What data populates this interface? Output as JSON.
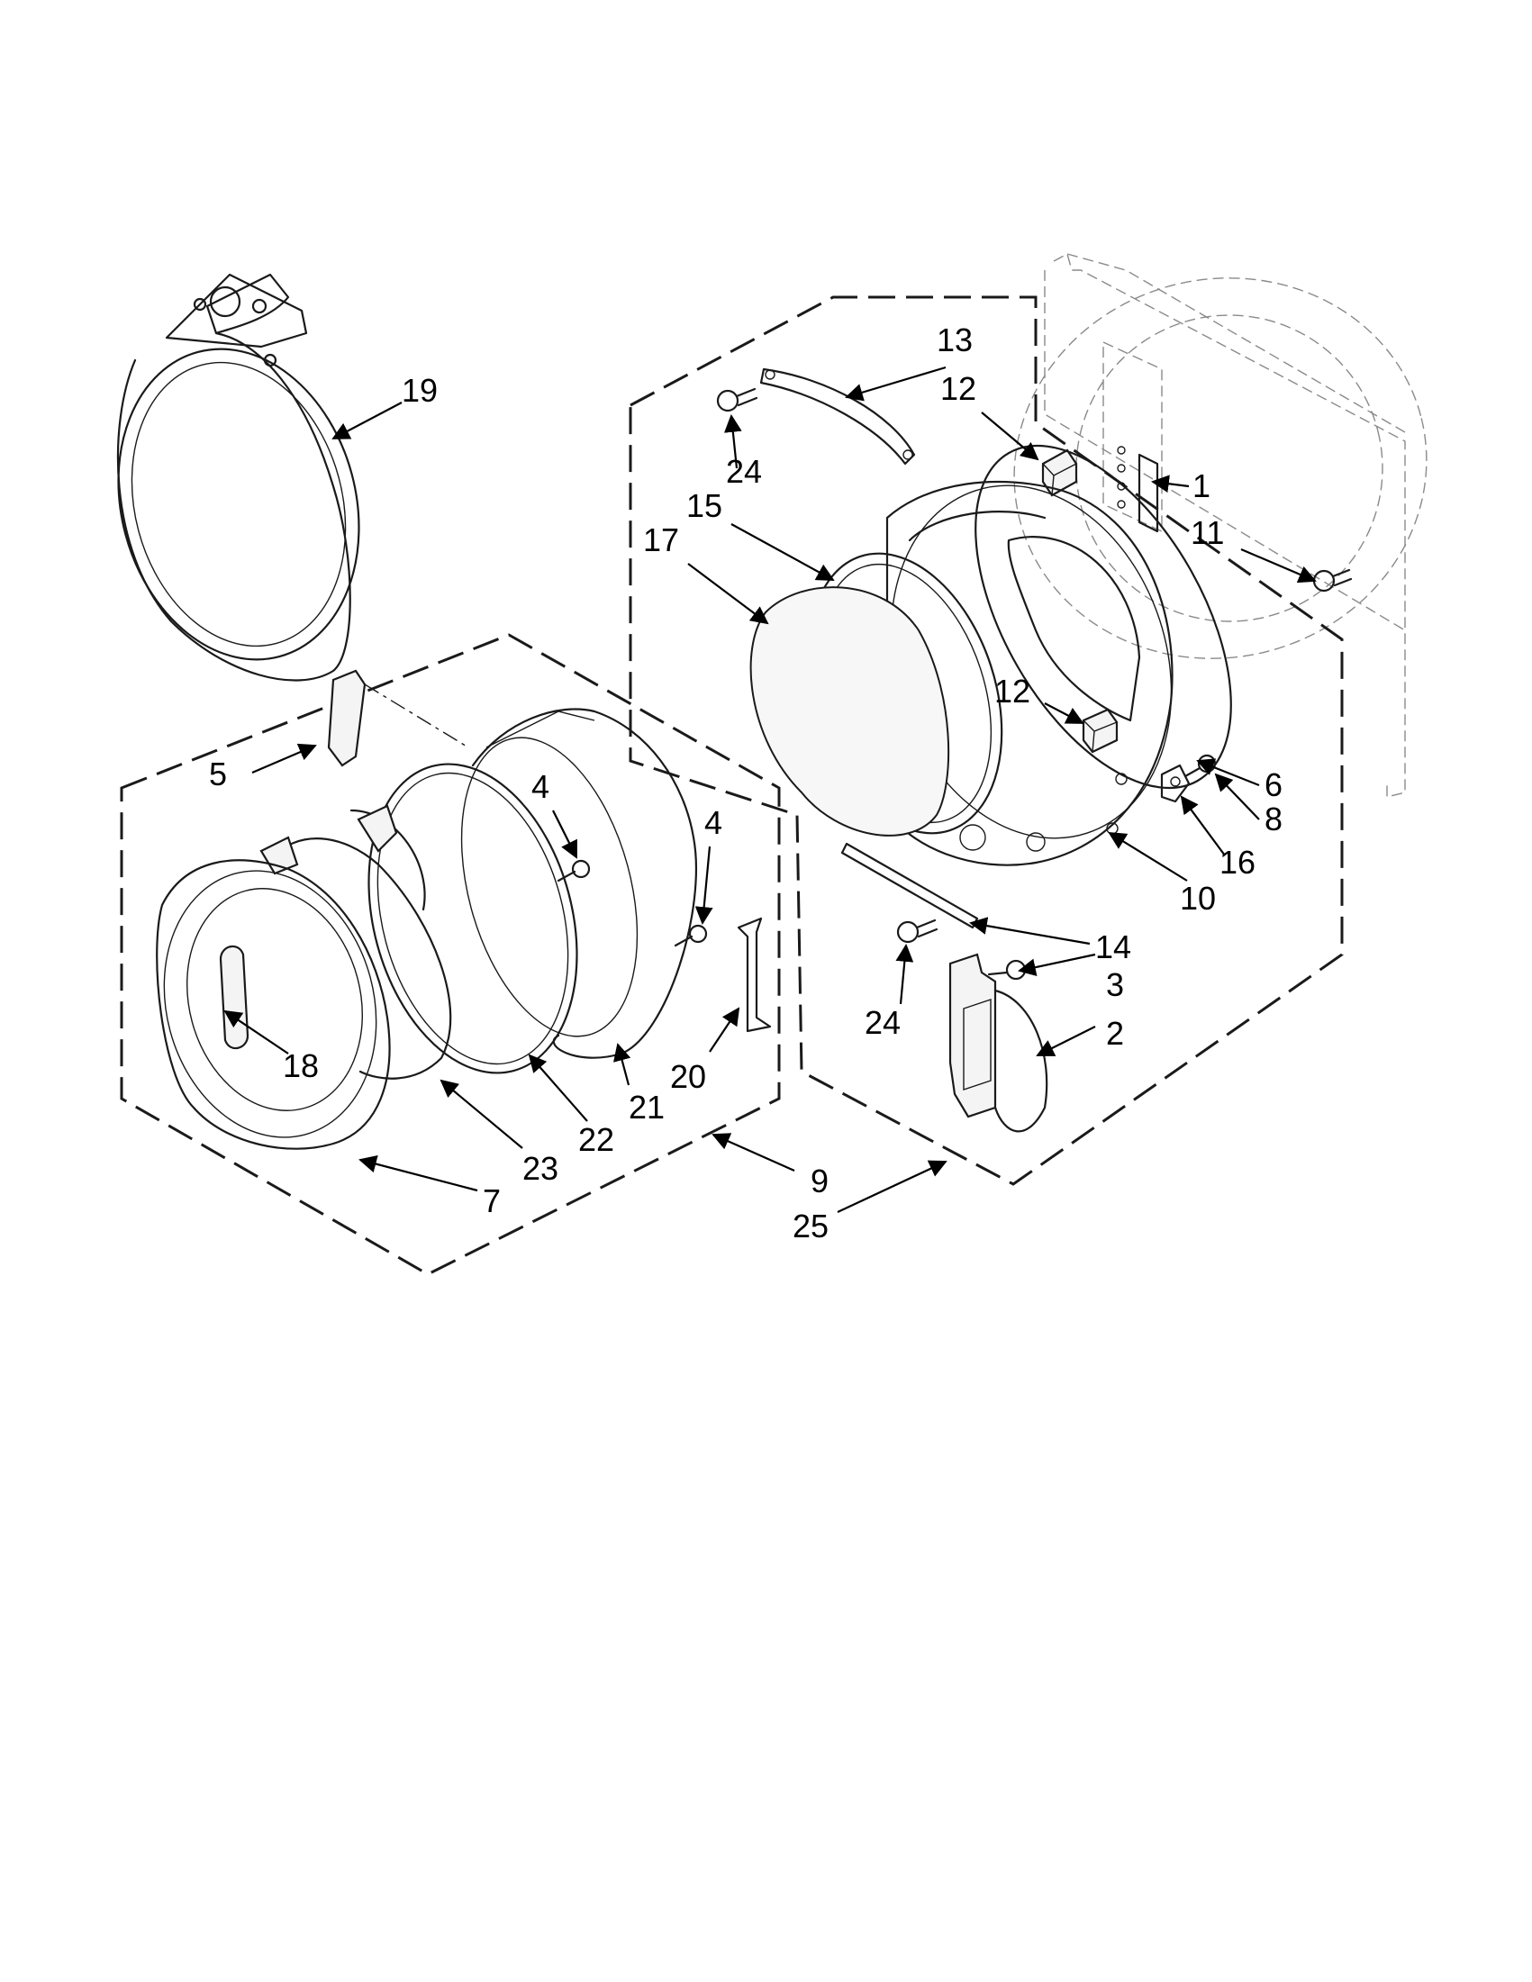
{
  "colors": {
    "line": "#1a1a1a",
    "background": "#ffffff",
    "ghost": "#8a8a8a"
  },
  "callouts": [
    {
      "id": "c1",
      "label": "1"
    },
    {
      "id": "c2",
      "label": "2"
    },
    {
      "id": "c3",
      "label": "3"
    },
    {
      "id": "c4a",
      "label": "4"
    },
    {
      "id": "c4b",
      "label": "4"
    },
    {
      "id": "c5",
      "label": "5"
    },
    {
      "id": "c6",
      "label": "6"
    },
    {
      "id": "c7",
      "label": "7"
    },
    {
      "id": "c8",
      "label": "8"
    },
    {
      "id": "c9",
      "label": "9"
    },
    {
      "id": "c10",
      "label": "10"
    },
    {
      "id": "c11",
      "label": "11"
    },
    {
      "id": "c12a",
      "label": "12"
    },
    {
      "id": "c12b",
      "label": "12"
    },
    {
      "id": "c13",
      "label": "13"
    },
    {
      "id": "c14",
      "label": "14"
    },
    {
      "id": "c15",
      "label": "15"
    },
    {
      "id": "c16",
      "label": "16"
    },
    {
      "id": "c17",
      "label": "17"
    },
    {
      "id": "c18",
      "label": "18"
    },
    {
      "id": "c19",
      "label": "19"
    },
    {
      "id": "c20",
      "label": "20"
    },
    {
      "id": "c21",
      "label": "21"
    },
    {
      "id": "c22",
      "label": "22"
    },
    {
      "id": "c23",
      "label": "23"
    },
    {
      "id": "c24a",
      "label": "24"
    },
    {
      "id": "c24b",
      "label": "24"
    },
    {
      "id": "c25",
      "label": "25"
    }
  ]
}
